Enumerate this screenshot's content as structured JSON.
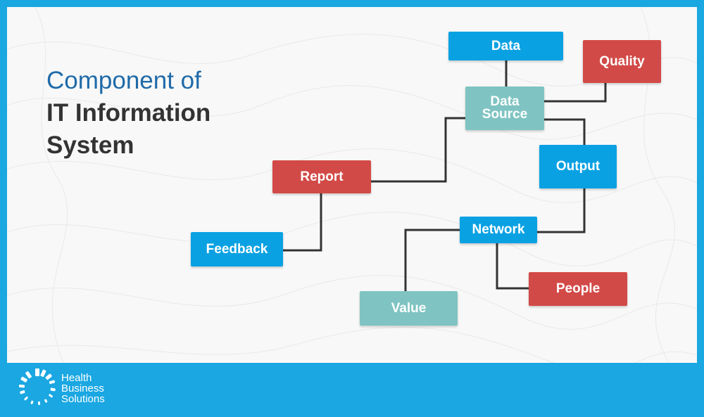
{
  "title": {
    "line1": "Component of",
    "line2": "IT Information",
    "line3": "System"
  },
  "nodes": {
    "data": "Data",
    "quality": "Quality",
    "data_source": "Data Source",
    "output": "Output",
    "report": "Report",
    "network": "Network",
    "feedback": "Feedback",
    "people": "People",
    "value": "Value"
  },
  "connections": [
    [
      "Data",
      "Data Source"
    ],
    [
      "Data Source",
      "Quality"
    ],
    [
      "Data Source",
      "Report"
    ],
    [
      "Report",
      "Feedback"
    ],
    [
      "Data Source",
      "Output"
    ],
    [
      "Output",
      "Network"
    ],
    [
      "Network",
      "Value"
    ],
    [
      "Network",
      "People"
    ]
  ],
  "brand": {
    "line1": "Health",
    "line2": "Business",
    "line3": "Solutions"
  },
  "colors": {
    "frame": "#1aa7e2",
    "blue_node": "#0aa1e3",
    "red_node": "#d24a47",
    "teal_node": "#7fc4c2",
    "connector": "#333333",
    "title_accent": "#1f6aa8"
  }
}
